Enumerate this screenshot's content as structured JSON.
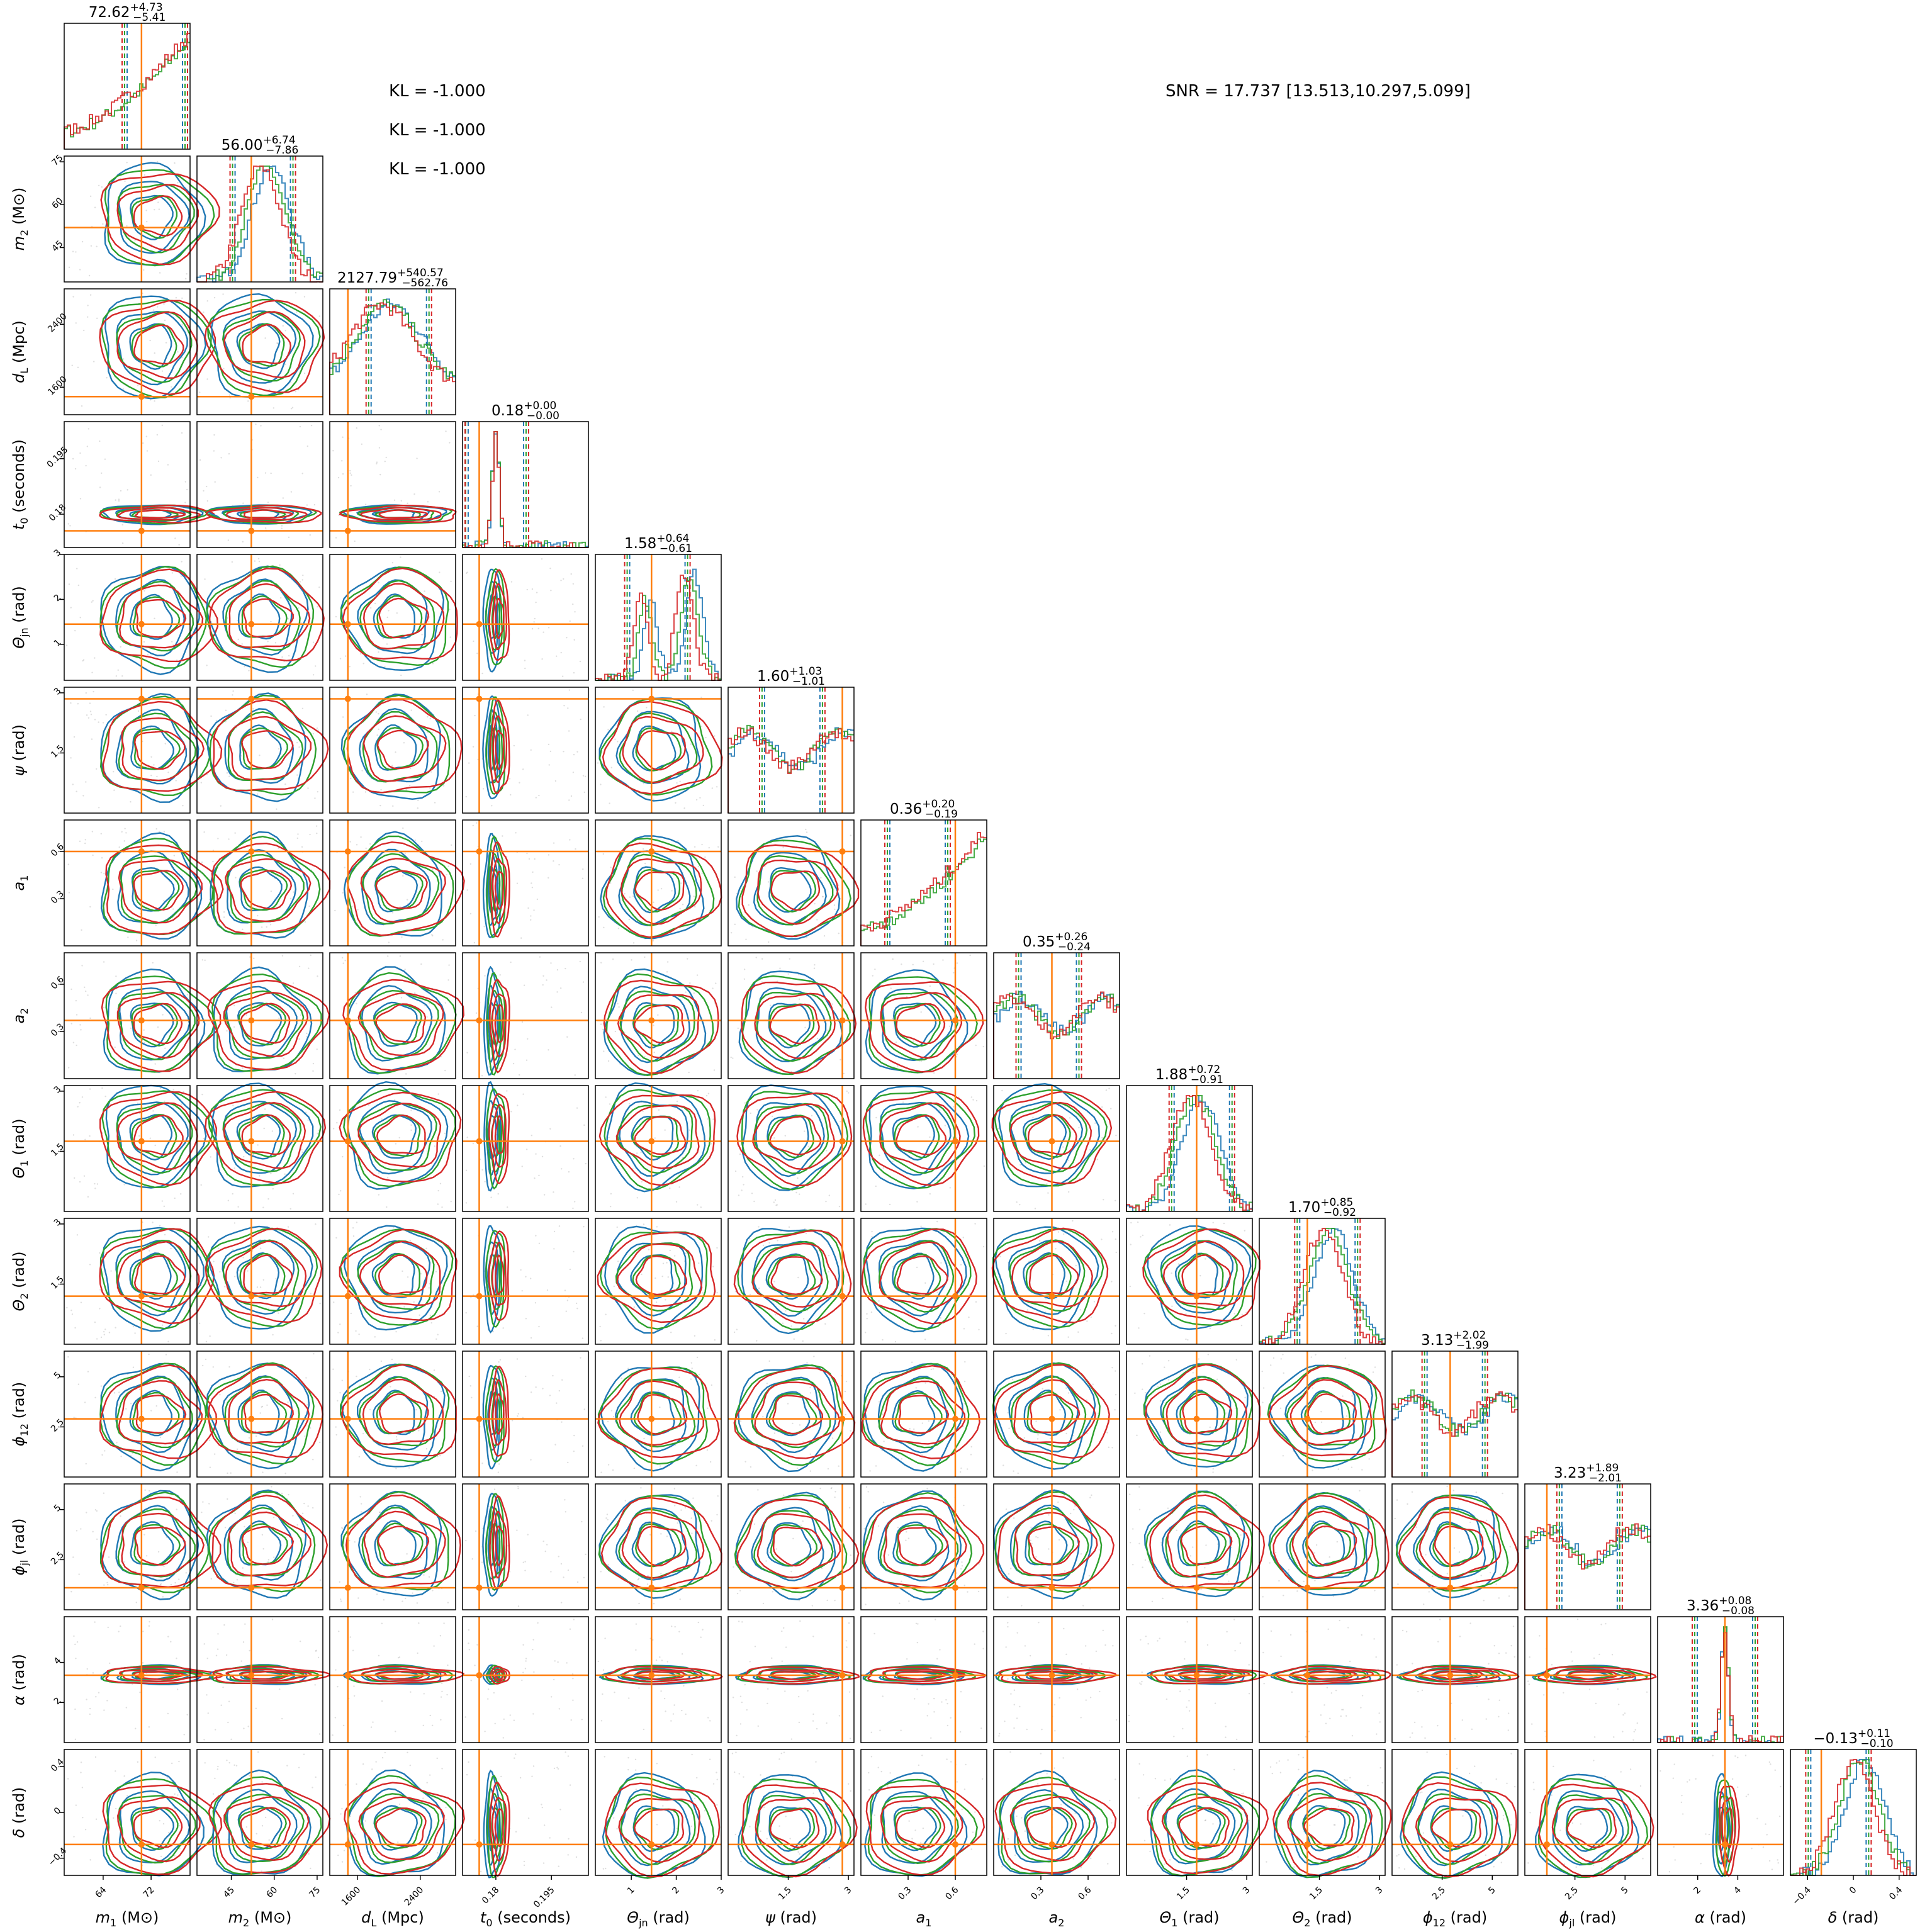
{
  "chart_data": {
    "type": "corner",
    "parameters": [
      {
        "label": "m_1 (M_⊙)",
        "sym": "m",
        "sub": "1",
        "unit": "(M⊙)",
        "range": [
          57.5,
          78.5
        ],
        "truth": 70.4,
        "ticks": [
          64,
          72
        ],
        "center": 72.62,
        "median": "72.62",
        "plus": "+4.73",
        "minus": "−5.41",
        "hist": "rise"
      },
      {
        "label": "m_2 (M_⊙)",
        "sym": "m",
        "sub": "2",
        "unit": "(M⊙)",
        "range": [
          33,
          77
        ],
        "truth": 52,
        "ticks": [
          45,
          60,
          75
        ],
        "center": 56.0,
        "median": "56.00",
        "plus": "+6.74",
        "minus": "−7.86",
        "hist": "peak"
      },
      {
        "label": "d_L (Mpc)",
        "sym": "d",
        "sub": "L",
        "unit": "(Mpc)",
        "range": [
          1250,
          2850
        ],
        "truth": 1480,
        "ticks": [
          1600,
          2400
        ],
        "center": 2127.79,
        "median": "2127.79",
        "plus": "+540.57",
        "minus": "−562.76",
        "hist": "broad"
      },
      {
        "label": "t_0 (seconds)",
        "sym": "t",
        "sub": "0",
        "unit": "(seconds)",
        "range": [
          0.171,
          0.205
        ],
        "truth": 0.1755,
        "ticks": [
          0.18,
          0.195
        ],
        "center": 0.18,
        "median": "0.18",
        "plus": "+0.00",
        "minus": "−0.00",
        "hist": "spike"
      },
      {
        "label": "Θ_jn (rad)",
        "sym": "Θ",
        "sub": "jn",
        "unit": "(rad)",
        "range": [
          0.2,
          3.0
        ],
        "truth": 1.45,
        "ticks": [
          1,
          2,
          3
        ],
        "center": 1.58,
        "median": "1.58",
        "plus": "+0.64",
        "minus": "−0.61",
        "hist": "bimodal"
      },
      {
        "label": "ψ (rad)",
        "sym": "ψ",
        "sub": "",
        "unit": "(rad)",
        "range": [
          0.0,
          3.14
        ],
        "truth": 2.85,
        "ticks": [
          1.5,
          3.0
        ],
        "center": 1.6,
        "median": "1.60",
        "plus": "+1.03",
        "minus": "−1.01",
        "hist": "flat"
      },
      {
        "label": "a_1",
        "sym": "a",
        "sub": "1",
        "unit": "",
        "range": [
          0.0,
          0.8
        ],
        "truth": 0.6,
        "ticks": [
          0.3,
          0.6
        ],
        "center": 0.36,
        "median": "0.36",
        "plus": "+0.20",
        "minus": "−0.19",
        "hist": "rise"
      },
      {
        "label": "a_2",
        "sym": "a",
        "sub": "2",
        "unit": "",
        "range": [
          0.0,
          0.8
        ],
        "truth": 0.37,
        "ticks": [
          0.3,
          0.6
        ],
        "center": 0.35,
        "median": "0.35",
        "plus": "+0.26",
        "minus": "−0.24",
        "hist": "flat"
      },
      {
        "label": "Θ_1 (rad)",
        "sym": "Θ",
        "sub": "1",
        "unit": "(rad)",
        "range": [
          0.0,
          3.14
        ],
        "truth": 1.75,
        "ticks": [
          1.5,
          3.0
        ],
        "center": 1.88,
        "median": "1.88",
        "plus": "+0.72",
        "minus": "−0.91",
        "hist": "peak"
      },
      {
        "label": "Θ_2 (rad)",
        "sym": "Θ",
        "sub": "2",
        "unit": "(rad)",
        "range": [
          0.0,
          3.14
        ],
        "truth": 1.2,
        "ticks": [
          1.5,
          3.0
        ],
        "center": 1.7,
        "median": "1.70",
        "plus": "+0.85",
        "minus": "−0.92",
        "hist": "peak"
      },
      {
        "label": "ϕ_12 (rad)",
        "sym": "ϕ",
        "sub": "12",
        "unit": "(rad)",
        "range": [
          0.0,
          6.28
        ],
        "truth": 2.9,
        "ticks": [
          2.5,
          5.0
        ],
        "center": 3.13,
        "median": "3.13",
        "plus": "+2.02",
        "minus": "−1.99",
        "hist": "flat"
      },
      {
        "label": "ϕ_jl (rad)",
        "sym": "ϕ",
        "sub": "jl",
        "unit": "(rad)",
        "range": [
          0.0,
          6.28
        ],
        "truth": 1.1,
        "ticks": [
          2.5,
          5.0
        ],
        "center": 3.23,
        "median": "3.23",
        "plus": "+1.89",
        "minus": "−2.01",
        "hist": "flat"
      },
      {
        "label": "α (rad)",
        "sym": "α",
        "sub": "",
        "unit": "(rad)",
        "range": [
          0.0,
          6.28
        ],
        "truth": 3.36,
        "ticks": [
          2,
          4
        ],
        "center": 3.36,
        "median": "3.36",
        "plus": "+0.08",
        "minus": "−0.08",
        "hist": "spike"
      },
      {
        "label": "δ (rad)",
        "sym": "δ",
        "sub": "",
        "unit": "(rad)",
        "range": [
          -0.55,
          0.55
        ],
        "truth": -0.28,
        "ticks": [
          -0.4,
          0.0,
          0.4
        ],
        "center": -0.13,
        "median": "−0.13",
        "plus": "+0.11",
        "minus": "−0.10",
        "hist": "peak"
      }
    ],
    "series_colors": [
      "#1f77b4",
      "#2ca02c",
      "#d62728"
    ],
    "truth_color": "#ff7f0e",
    "annotations": {
      "kl": [
        "KL = -1.000",
        "KL = -1.000",
        "KL = -1.000"
      ],
      "snr": "SNR = 17.737 [13.513,10.297,5.099]"
    }
  }
}
